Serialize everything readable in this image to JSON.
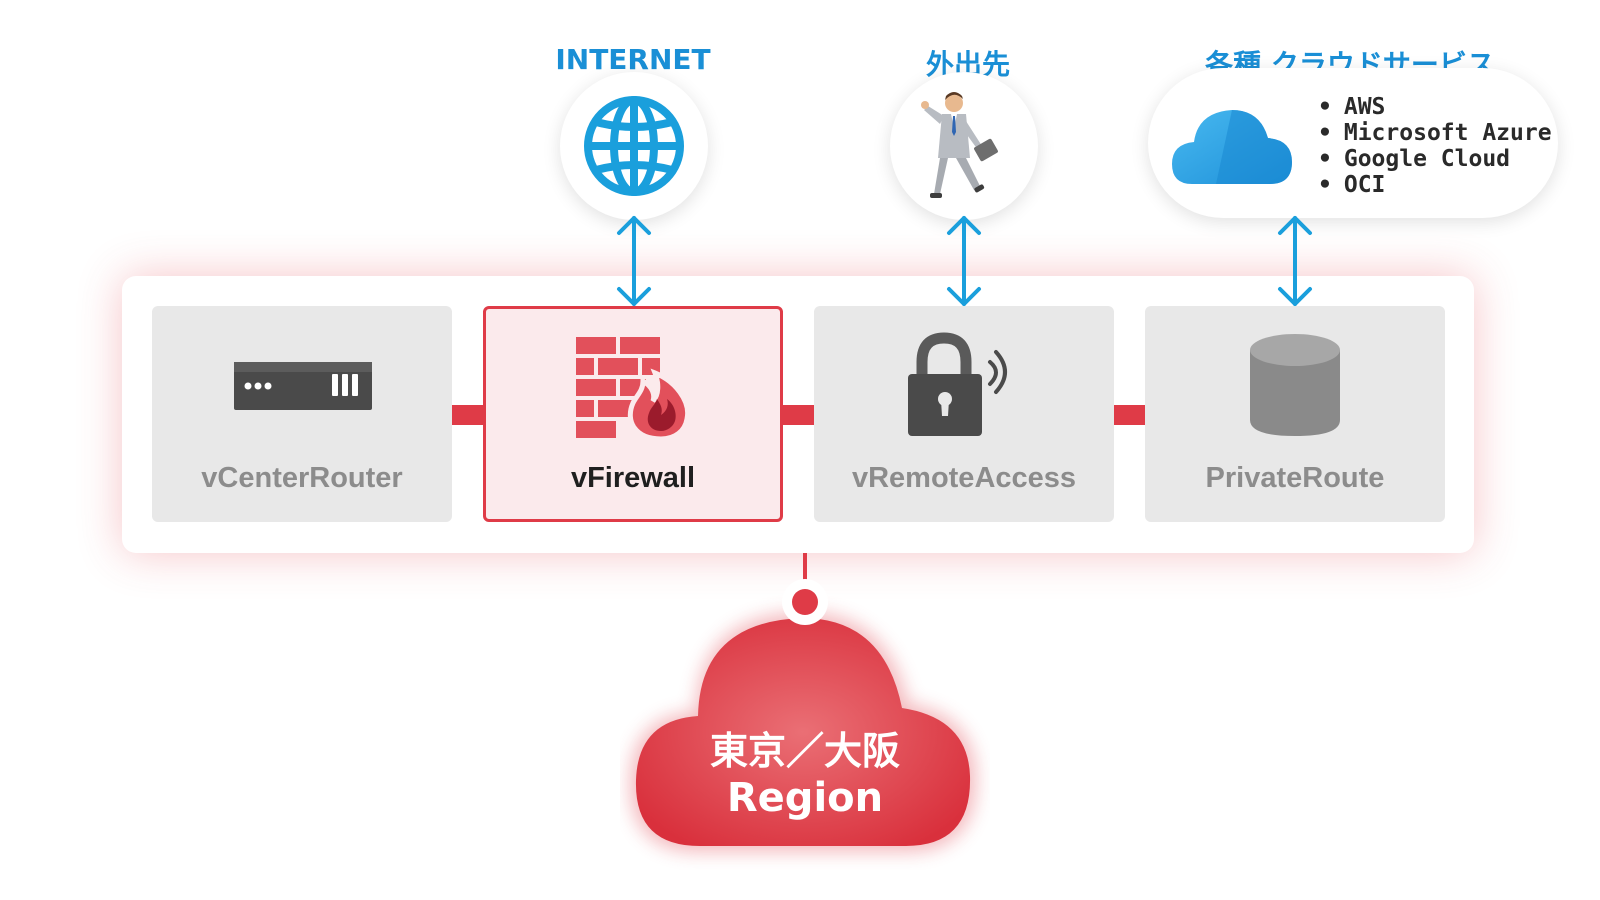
{
  "top": {
    "internet": {
      "label": "INTERNET",
      "icon": "globe-icon"
    },
    "remote_site": {
      "label": "外出先",
      "icon": "businessman-icon"
    },
    "cloud_services": {
      "label": "各種 クラウドサービス",
      "icon": "cloud-icon",
      "items": [
        "AWS",
        "Microsoft Azure",
        "Google Cloud",
        "OCI"
      ]
    }
  },
  "cards": [
    {
      "label": "vCenterRouter",
      "icon": "router-icon",
      "active": false
    },
    {
      "label": "vFirewall",
      "icon": "firewall-icon",
      "active": true
    },
    {
      "label": "vRemoteAccess",
      "icon": "lock-icon",
      "active": false
    },
    {
      "label": "PrivateRoute",
      "icon": "database-icon",
      "active": false
    }
  ],
  "region": {
    "line1": "東京／大阪",
    "line2": "Region"
  },
  "colors": {
    "accent_red": "#df3b47",
    "accent_blue": "#1a8fd6",
    "card_gray": "#e8e8e8",
    "card_active_bg": "#fbeaec",
    "label_gray": "#8c8c8c"
  }
}
